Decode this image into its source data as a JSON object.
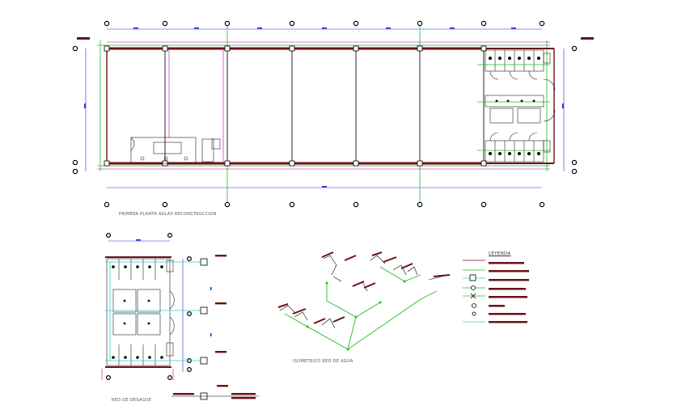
{
  "drawing": {
    "floor_plan_label": "PRIMERA PLANTA AULAS RECONSTRUCCION",
    "drain_plan_label": "RED DE DESAGUE",
    "isometric_label": "ISOMETRICO RED DE AGUA",
    "legend_title": "LEYENDA"
  },
  "colors": {
    "wall": "#6b0f16",
    "water_line": "#22bb22",
    "drain_line": "#c000c0",
    "dimension": "#1a2bd6",
    "axis_line": "#3a8a3a",
    "cyan": "#33cccc",
    "grid_bubble": "#000000"
  },
  "icons": [
    "grid-bubble",
    "water-closet",
    "lavatory",
    "door-swing",
    "register-box",
    "valve",
    "meter"
  ]
}
